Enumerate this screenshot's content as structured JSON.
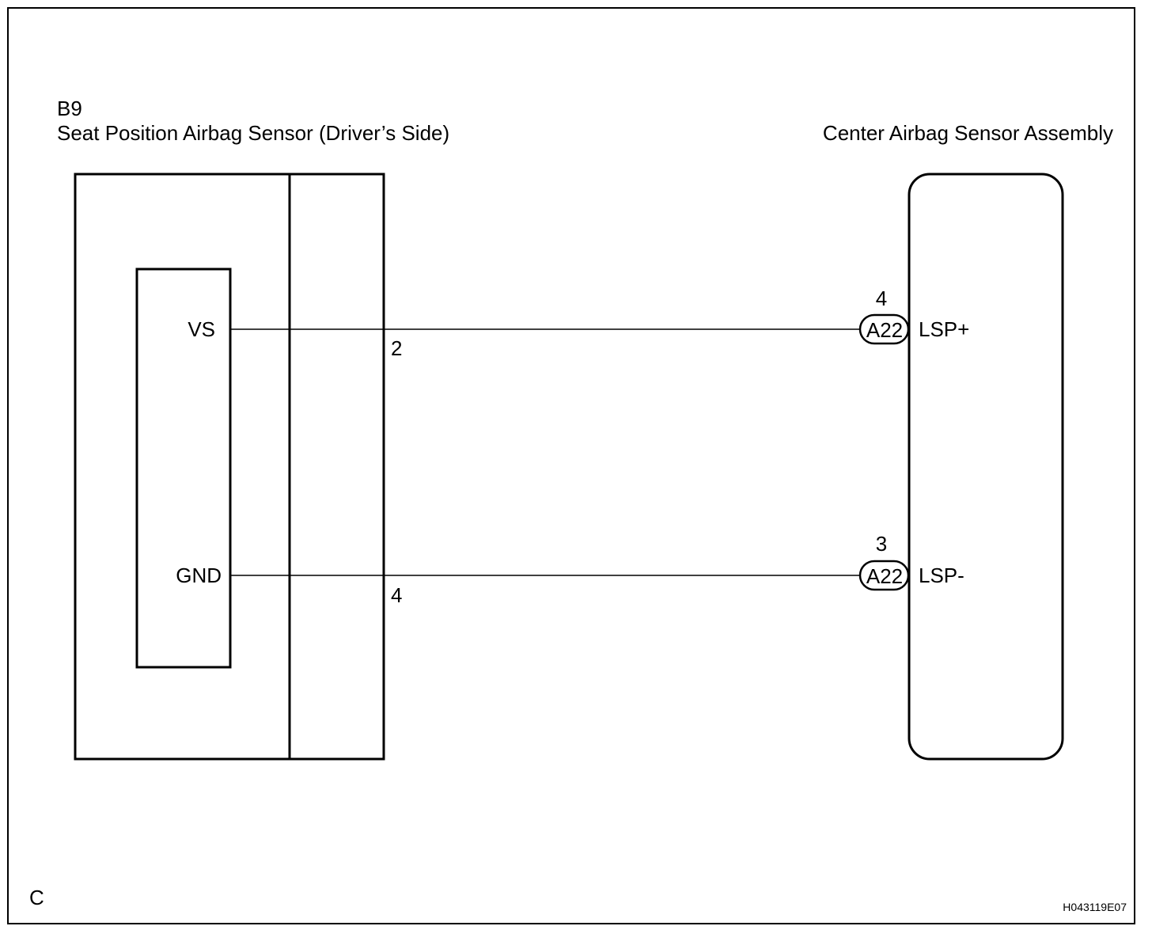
{
  "left_component": {
    "connector_id": "B9",
    "name": "Seat Position Airbag Sensor (Driver’s Side)",
    "pins": [
      {
        "signal": "VS",
        "pin_number": "2"
      },
      {
        "signal": "GND",
        "pin_number": "4"
      }
    ]
  },
  "right_component": {
    "name": "Center Airbag Sensor Assembly",
    "pins": [
      {
        "connector": "A22",
        "pin_number": "4",
        "signal": "LSP+"
      },
      {
        "connector": "A22",
        "pin_number": "3",
        "signal": "LSP-"
      }
    ]
  },
  "footer": {
    "corner_letter": "C",
    "figure_code": "H043119E07"
  }
}
